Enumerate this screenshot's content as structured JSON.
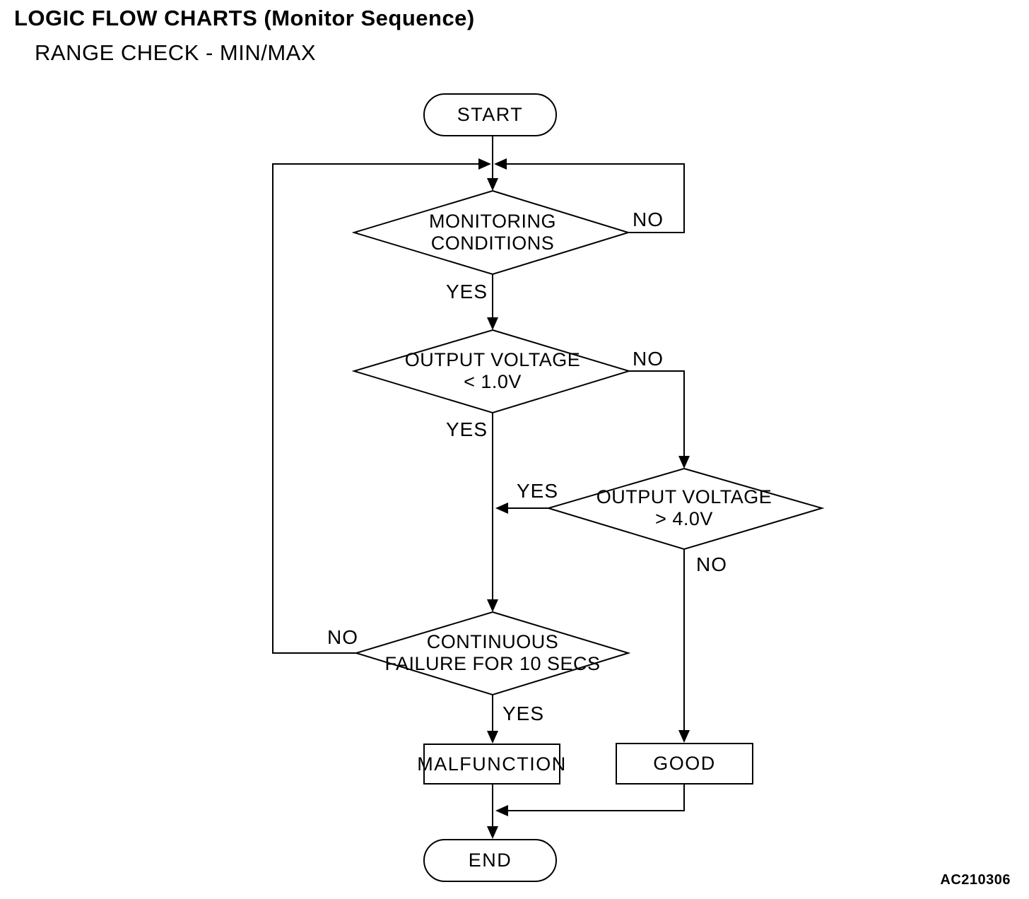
{
  "page": {
    "title": "LOGIC FLOW CHARTS (Monitor Sequence)",
    "subtitle": "RANGE CHECK - MIN/MAX",
    "figure_code": "AC210306"
  },
  "flowchart": {
    "nodes": {
      "start": {
        "type": "terminator",
        "label": "START"
      },
      "monitoring_conditions": {
        "type": "decision",
        "label": "MONITORING\nCONDITIONS"
      },
      "output_voltage_low": {
        "type": "decision",
        "label": "OUTPUT VOLTAGE\n< 1.0V"
      },
      "output_voltage_high": {
        "type": "decision",
        "label": "OUTPUT VOLTAGE\n> 4.0V"
      },
      "continuous_failure": {
        "type": "decision",
        "label": "CONTINUOUS\nFAILURE FOR 10 SECS"
      },
      "malfunction": {
        "type": "process",
        "label": "MALFUNCTION"
      },
      "good": {
        "type": "process",
        "label": "GOOD"
      },
      "end": {
        "type": "terminator",
        "label": "END"
      }
    },
    "edges": {
      "monitoring_no": "NO",
      "monitoring_yes": "YES",
      "low_no": "NO",
      "low_yes": "YES",
      "high_yes": "YES",
      "high_no": "NO",
      "failure_no": "NO",
      "failure_yes": "YES"
    },
    "colors": {
      "line": "#000000",
      "text": "#000000",
      "background": "#ffffff"
    }
  }
}
